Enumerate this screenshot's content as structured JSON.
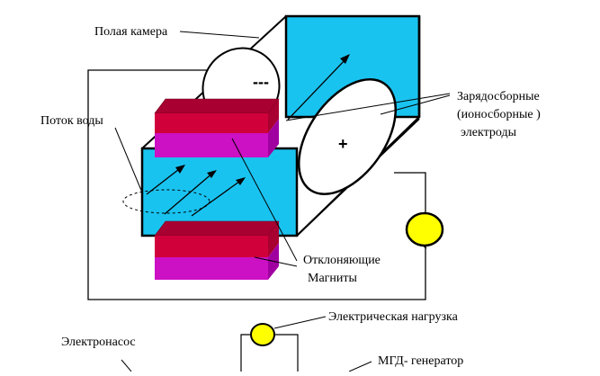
{
  "labels": {
    "hollow_chamber": "Полая камера",
    "collector_electrodes_line1": "Зарядосборные",
    "collector_electrodes_line2": "(ионосборные )",
    "collector_electrodes_line3": "электроды",
    "water_flow": "Поток воды",
    "deflecting_magnets_line1": "Отклоняющие",
    "deflecting_magnets_line2": "Магниты",
    "electric_load": "Электрическая нагрузка",
    "electro_pump": "Электронасос",
    "mhd_generator": "МГД- генератор"
  },
  "signs": {
    "negative": "---",
    "positive": "+"
  },
  "colors": {
    "chamber_face": "#19C3F0",
    "magnet_red": "#D0003A",
    "magnet_red_dark": "#A80030",
    "magnet_magenta": "#CC10C4",
    "magnet_magenta_dark": "#A000A0",
    "load_lamp": "#FFFF00",
    "line": "#000000"
  },
  "icons": {
    "load": "lamp-circle",
    "flow": "arrow",
    "electrode": "ellipse-plate"
  }
}
